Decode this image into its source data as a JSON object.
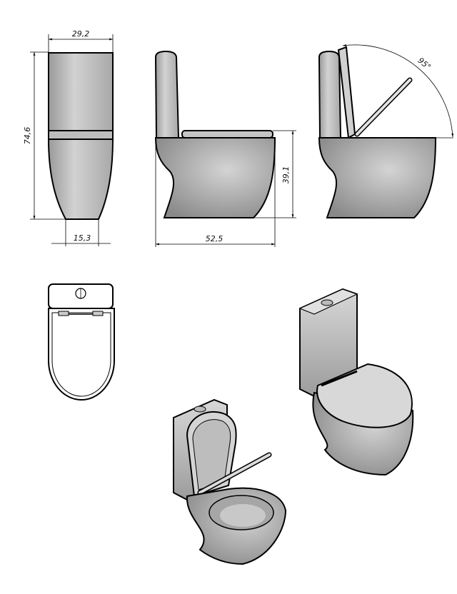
{
  "drawing": {
    "views": [
      "front",
      "side-closed",
      "side-open",
      "top",
      "isometric-closed",
      "isometric-open"
    ],
    "dimensions": {
      "tank_width": "29,2",
      "total_height": "74,6",
      "base_width": "15,3",
      "total_depth": "52,5",
      "seat_height": "39,1",
      "lid_open_angle": "95°"
    },
    "colors": {
      "body": "#c8c8c8",
      "shade": "#8e8e8e",
      "outline": "#000000"
    }
  }
}
